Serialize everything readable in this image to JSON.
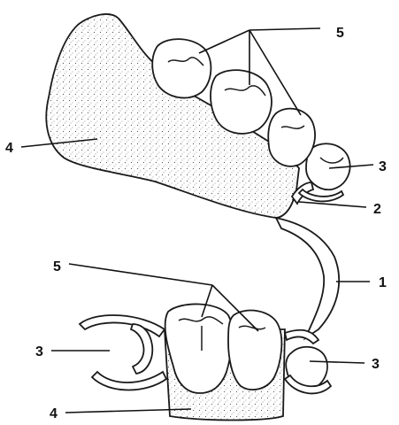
{
  "figure": {
    "labels": {
      "connector": "1",
      "minor_connector": "2",
      "clasp_upper_right": "3",
      "clasp_lower_left": "3",
      "clasp_lower_right": "3",
      "base_upper": "4",
      "base_lower": "4",
      "teeth_upper": "5",
      "teeth_lower": "5"
    }
  }
}
